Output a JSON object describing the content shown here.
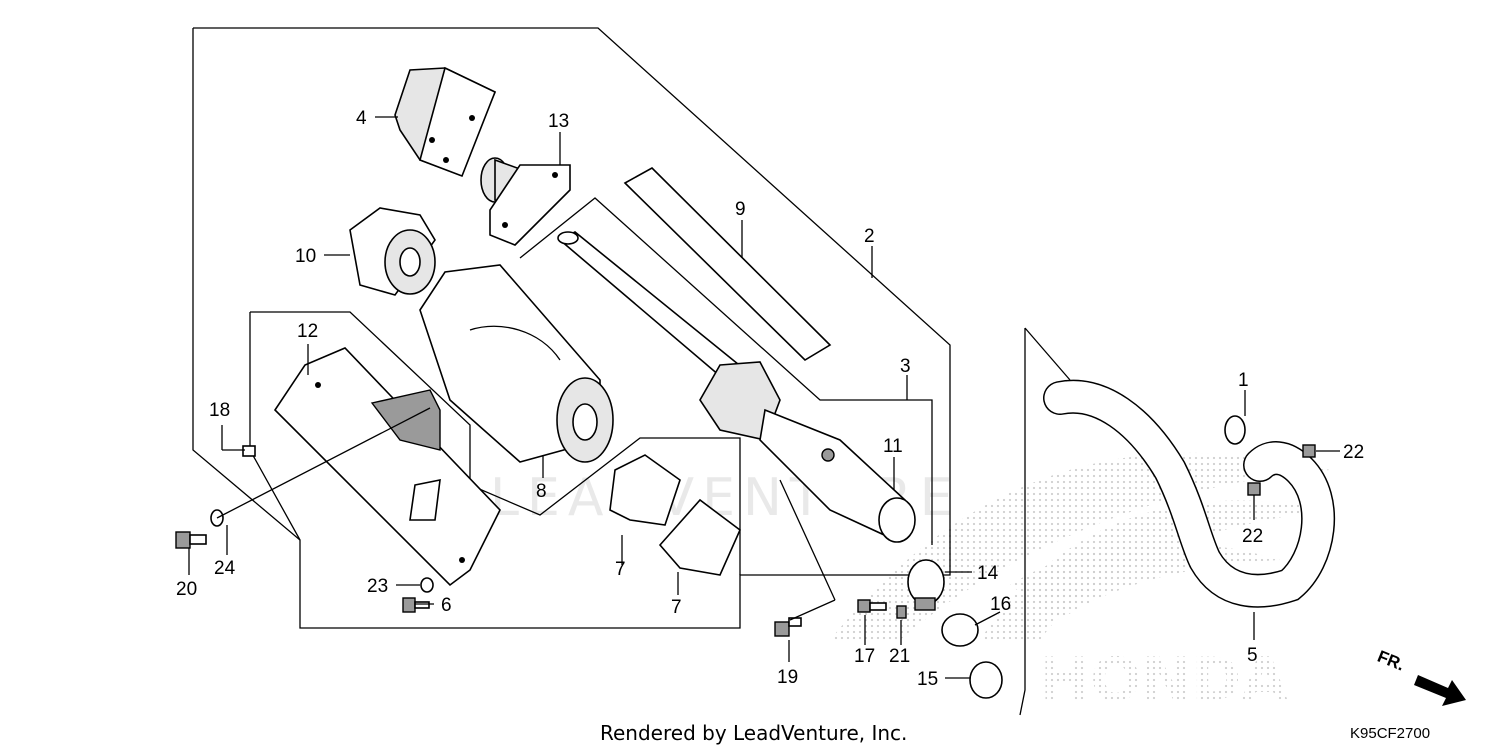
{
  "watermark_text": "LEADVENTURE",
  "logo_text": "HONDA",
  "parts": [
    {
      "key": "p1",
      "label": "1"
    },
    {
      "key": "p2",
      "label": "2"
    },
    {
      "key": "p3",
      "label": "3"
    },
    {
      "key": "p4",
      "label": "4"
    },
    {
      "key": "p5",
      "label": "5"
    },
    {
      "key": "p6",
      "label": "6"
    },
    {
      "key": "p7a",
      "label": "7"
    },
    {
      "key": "p7b",
      "label": "7"
    },
    {
      "key": "p8",
      "label": "8"
    },
    {
      "key": "p9",
      "label": "9"
    },
    {
      "key": "p10",
      "label": "10"
    },
    {
      "key": "p11",
      "label": "11"
    },
    {
      "key": "p12",
      "label": "12"
    },
    {
      "key": "p13",
      "label": "13"
    },
    {
      "key": "p14",
      "label": "14"
    },
    {
      "key": "p15",
      "label": "15"
    },
    {
      "key": "p16",
      "label": "16"
    },
    {
      "key": "p17",
      "label": "17"
    },
    {
      "key": "p18",
      "label": "18"
    },
    {
      "key": "p19",
      "label": "19"
    },
    {
      "key": "p20",
      "label": "20"
    },
    {
      "key": "p21",
      "label": "21"
    },
    {
      "key": "p22a",
      "label": "22"
    },
    {
      "key": "p22b",
      "label": "22"
    },
    {
      "key": "p23",
      "label": "23"
    },
    {
      "key": "p24",
      "label": "24"
    }
  ],
  "direction_label": "FR.",
  "footer": "Rendered by LeadVenture, Inc.",
  "diagram_code": "K95CF2700"
}
